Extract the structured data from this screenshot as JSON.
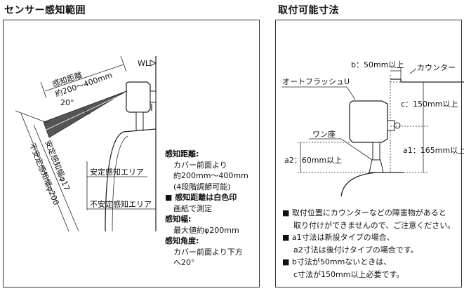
{
  "left": {
    "title": "センサー感知範囲",
    "dist_label": "感知距離",
    "dist_range": "約200～400mm",
    "angle": "20°",
    "wl": "WL",
    "stable_width": "安定感知幅φ17",
    "unstable_width": "不安定感知幅φ200",
    "stable_area": "安定感知エリア",
    "unstable_area": "不安定感知エリア",
    "spec": {
      "dist_title": "感知距離:",
      "dist_lines": [
        "カバー前面より",
        "約200mm～400mm",
        "(4段階調節可能)"
      ],
      "measure_lines": [
        "感知距離は白色印",
        "画紙で測定"
      ],
      "width_title": "感知幅:",
      "width_line": "最大値約φ200mm",
      "angle_title": "感知角度:",
      "angle_lines": [
        "カバー前面より下方",
        "へ20°"
      ]
    }
  },
  "right": {
    "title": "取付可能寸法",
    "b_label": "b：50mm以上",
    "counter": "カウンター",
    "product": "オートフラッシュU",
    "c_label": "c：150mm以上",
    "bowl": "ワン座",
    "a1_label": "a1：165mm以上",
    "a2_label": "a2：60mm以上",
    "notes": [
      [
        "取付位置にカウンターなどの障害物があると",
        "取り付けができませんので、ご注意ください。"
      ],
      [
        "a1寸法は新設タイプの場合、",
        "a2寸法は後付けタイプの場合です。"
      ],
      [
        "b寸法が50mmないときは、",
        "c寸法が150mm以上必要です。"
      ]
    ]
  }
}
